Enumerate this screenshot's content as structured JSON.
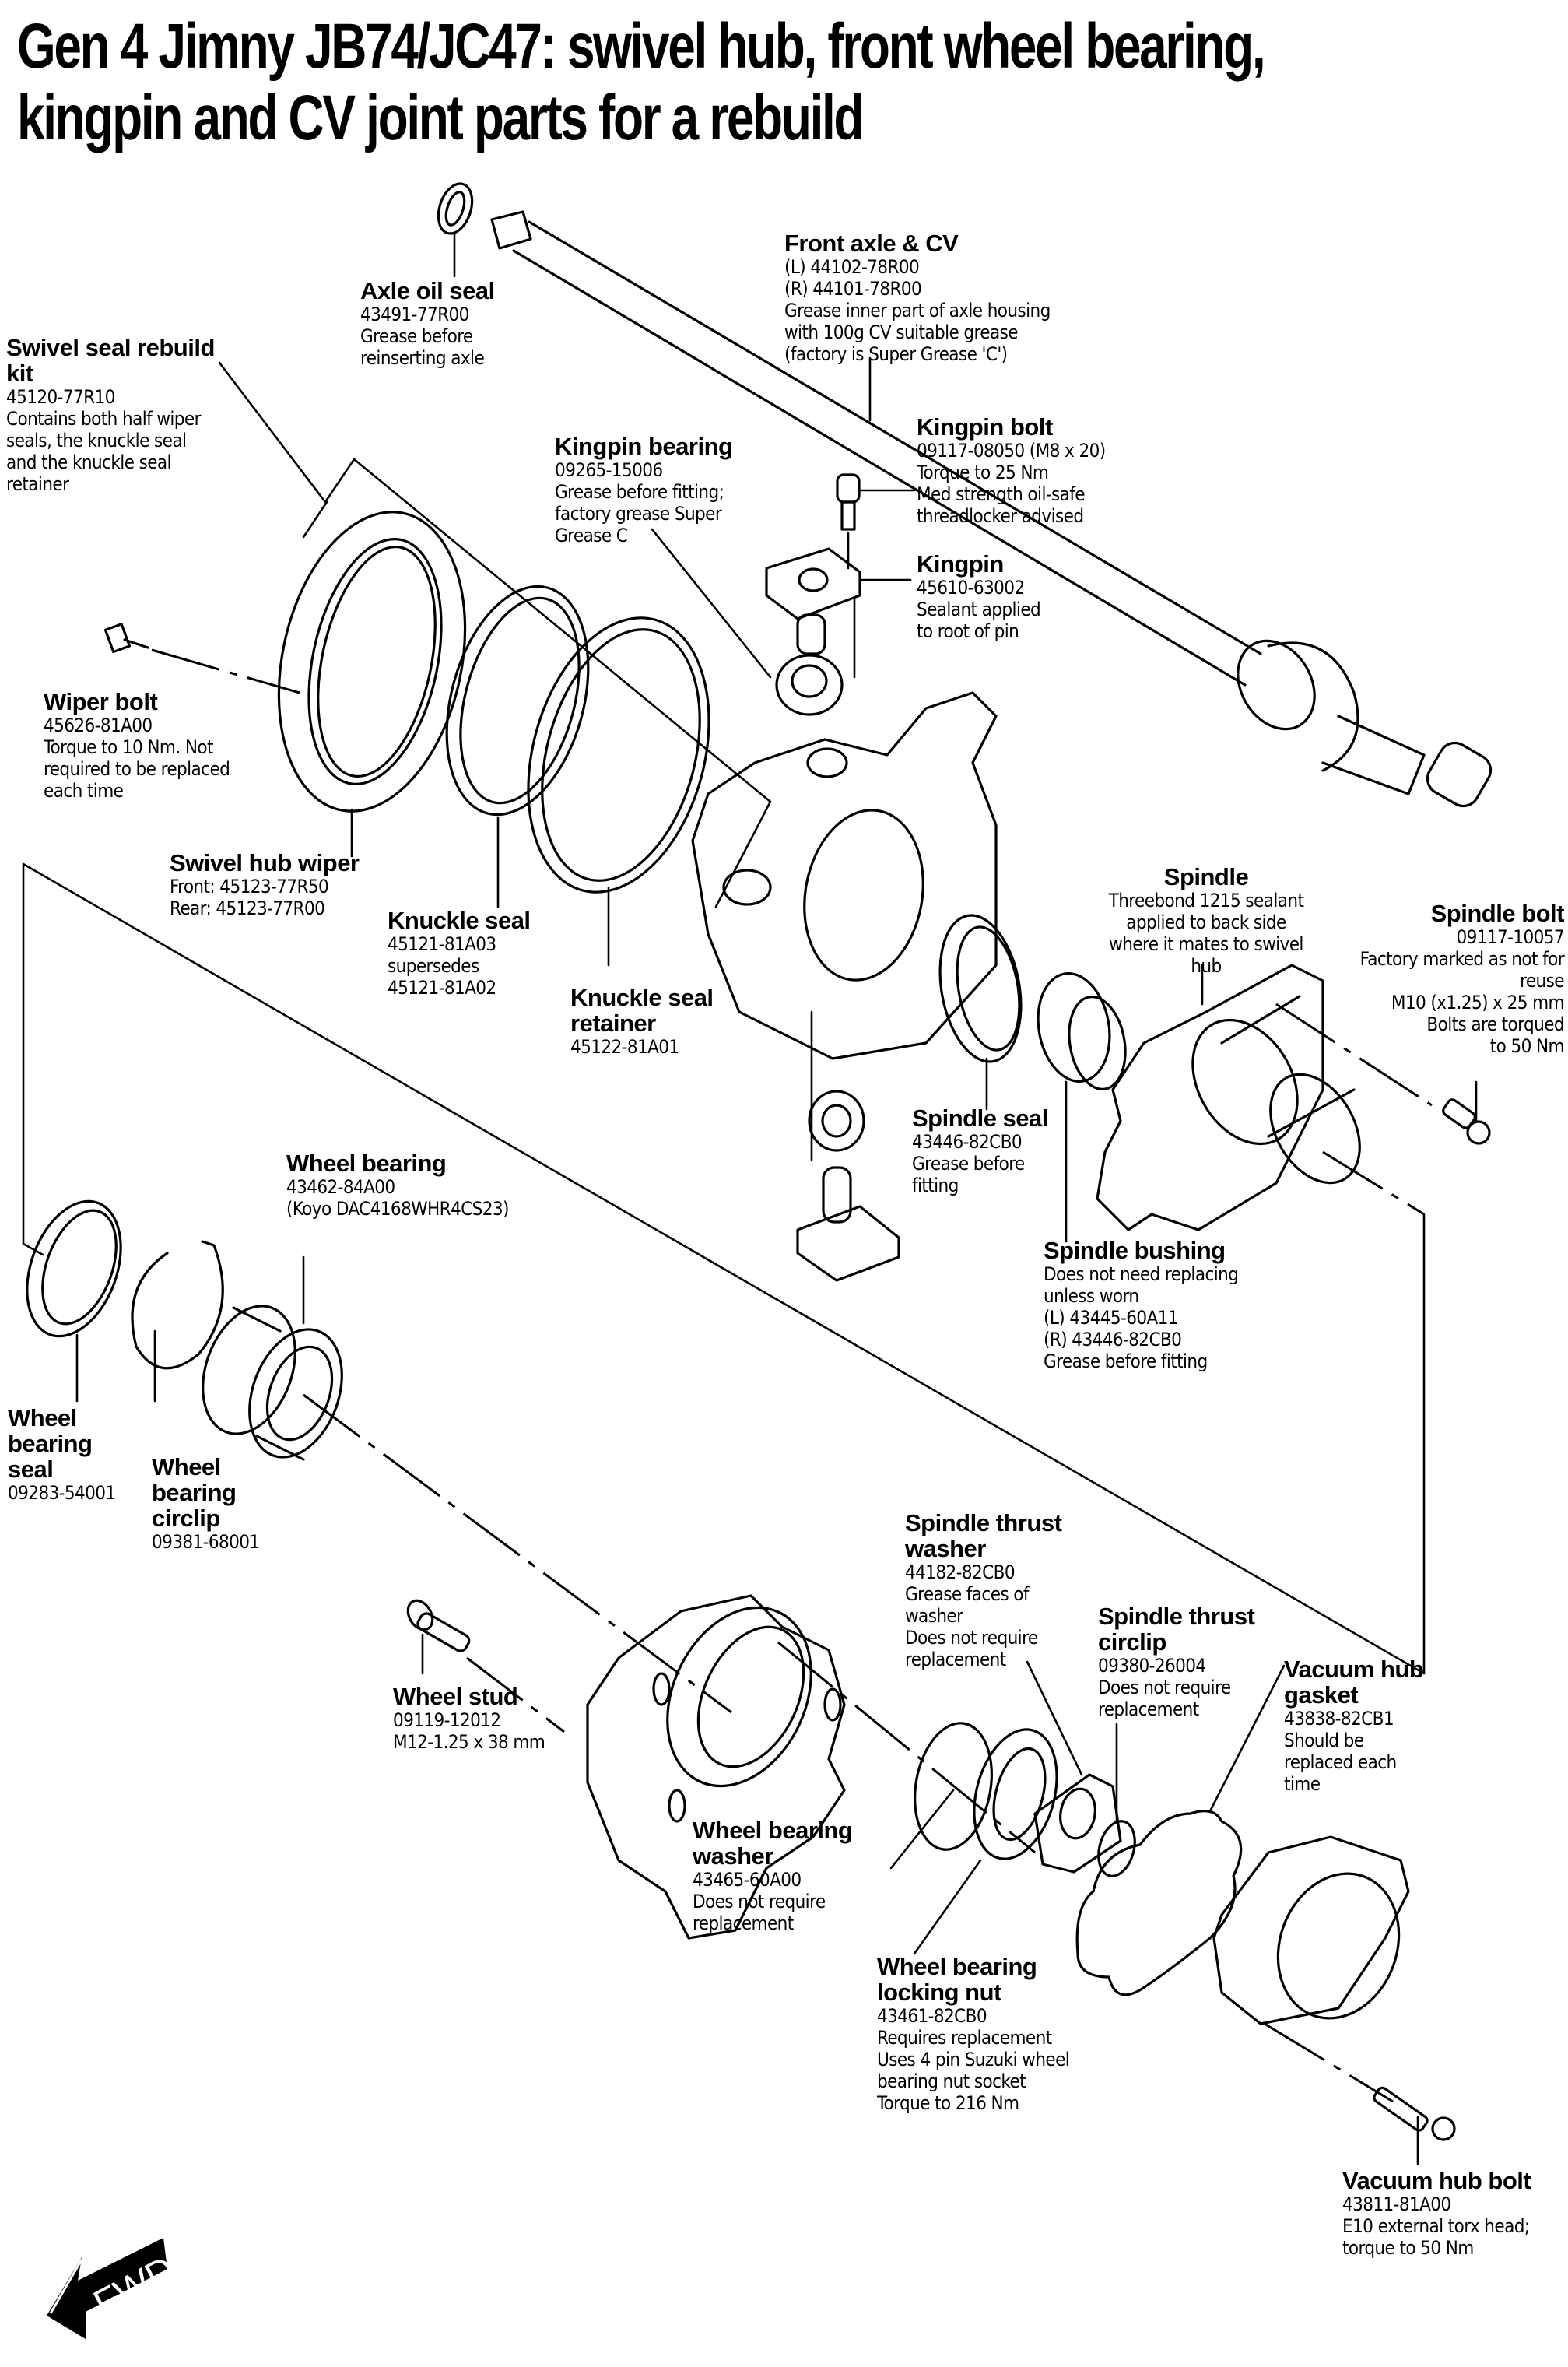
{
  "title": {
    "line1": "Gen 4 Jimny JB74/JC47: swivel hub, front wheel bearing,",
    "line2": "kingpin and CV joint parts for a rebuild"
  },
  "parts": {
    "axle_oil_seal": {
      "name": "Axle oil seal",
      "lines": [
        "43491-77R00",
        "Grease before",
        "reinserting axle"
      ]
    },
    "front_axle_cv": {
      "name": "Front axle & CV",
      "lines": [
        "(L) 44102-78R00",
        "(R) 44101-78R00",
        "Grease inner part of axle housing",
        "with 100g CV suitable grease",
        "(factory is Super Grease 'C')"
      ]
    },
    "swivel_seal_kit": {
      "name_line1": "Swivel seal rebuild",
      "name_line2": "kit",
      "lines": [
        "45120-77R10",
        "Contains both half wiper",
        "seals, the knuckle seal",
        "and the knuckle seal",
        "retainer"
      ]
    },
    "kingpin_bearing": {
      "name": "Kingpin bearing",
      "lines": [
        "09265-15006",
        "Grease before fitting;",
        "factory grease Super",
        "Grease C"
      ]
    },
    "kingpin_bolt": {
      "name": "Kingpin bolt",
      "lines": [
        "09117-08050 (M8 x 20)",
        "Torque to 25 Nm",
        "Med strength oil-safe",
        "threadlocker advised"
      ]
    },
    "kingpin": {
      "name": "Kingpin",
      "lines": [
        "45610-63002",
        "Sealant applied",
        "to root of pin"
      ]
    },
    "wiper_bolt": {
      "name": "Wiper bolt",
      "lines": [
        "45626-81A00",
        "Torque to 10 Nm. Not",
        "required to be replaced",
        "each time"
      ]
    },
    "swivel_hub_wiper": {
      "name": "Swivel hub wiper",
      "lines": [
        "Front: 45123-77R50",
        "Rear: 45123-77R00"
      ]
    },
    "knuckle_seal": {
      "name": "Knuckle seal",
      "lines": [
        "45121-81A03",
        "supersedes",
        "45121-81A02"
      ]
    },
    "knuckle_seal_retainer": {
      "name_line1": "Knuckle seal",
      "name_line2": "retainer",
      "lines": [
        "45122-81A01"
      ]
    },
    "spindle": {
      "name": "Spindle",
      "lines": [
        "Threebond 1215 sealant",
        "applied to back side",
        "where it mates to swivel",
        "hub"
      ]
    },
    "spindle_bolt": {
      "name": "Spindle bolt",
      "lines": [
        "09117-10057",
        "Factory marked as not for",
        "reuse",
        "M10 (x1.25) x 25 mm",
        "Bolts are torqued",
        "to 50 Nm"
      ]
    },
    "spindle_seal": {
      "name": "Spindle seal",
      "lines": [
        "43446-82CB0",
        "Grease before",
        "fitting"
      ]
    },
    "spindle_bushing": {
      "name": "Spindle bushing",
      "lines": [
        "Does not need replacing",
        "unless worn",
        "(L) 43445-60A11",
        "(R) 43446-82CB0",
        "Grease before fitting"
      ]
    },
    "wheel_bearing": {
      "name": "Wheel bearing",
      "lines": [
        "43462-84A00",
        "(Koyo DAC4168WHR4CS23)"
      ]
    },
    "wheel_bearing_seal": {
      "name_lines": [
        "Wheel",
        "bearing",
        "seal"
      ],
      "lines": [
        "09283-54001"
      ]
    },
    "wheel_bearing_circlip": {
      "name_lines": [
        "Wheel",
        "bearing",
        "circlip"
      ],
      "lines": [
        "09381-68001"
      ]
    },
    "spindle_thrust_washer": {
      "name_line1": "Spindle thrust",
      "name_line2": "washer",
      "lines": [
        "44182-82CB0",
        "Grease faces of",
        "washer",
        "Does not require",
        "replacement"
      ]
    },
    "spindle_thrust_circlip": {
      "name_line1": "Spindle thrust",
      "name_line2": "circlip",
      "lines": [
        "09380-26004",
        "Does not require",
        "replacement"
      ]
    },
    "vacuum_hub_gasket": {
      "name_line1": "Vacuum hub",
      "name_line2": "gasket",
      "lines": [
        "43838-82CB1",
        "Should be",
        "replaced each",
        "time"
      ]
    },
    "wheel_stud": {
      "name": "Wheel stud",
      "lines": [
        "09119-12012",
        "M12-1.25 x 38 mm"
      ]
    },
    "wheel_bearing_washer": {
      "name_line1": "Wheel bearing",
      "name_line2": "washer",
      "lines": [
        "43465-60A00",
        "Does not require",
        "replacement"
      ]
    },
    "wheel_bearing_locking_nut": {
      "name_line1": "Wheel bearing",
      "name_line2": "locking nut",
      "lines": [
        "43461-82CB0",
        "Requires replacement",
        "Uses 4 pin Suzuki wheel",
        "bearing nut socket",
        "Torque to 216 Nm"
      ]
    },
    "vacuum_hub_bolt": {
      "name": "Vacuum hub bolt",
      "lines": [
        "43811-81A00",
        "E10 external torx head;",
        "torque to 50 Nm"
      ]
    }
  },
  "direction_marker": {
    "label": "FWD",
    "icon": "forward-arrow-icon"
  }
}
